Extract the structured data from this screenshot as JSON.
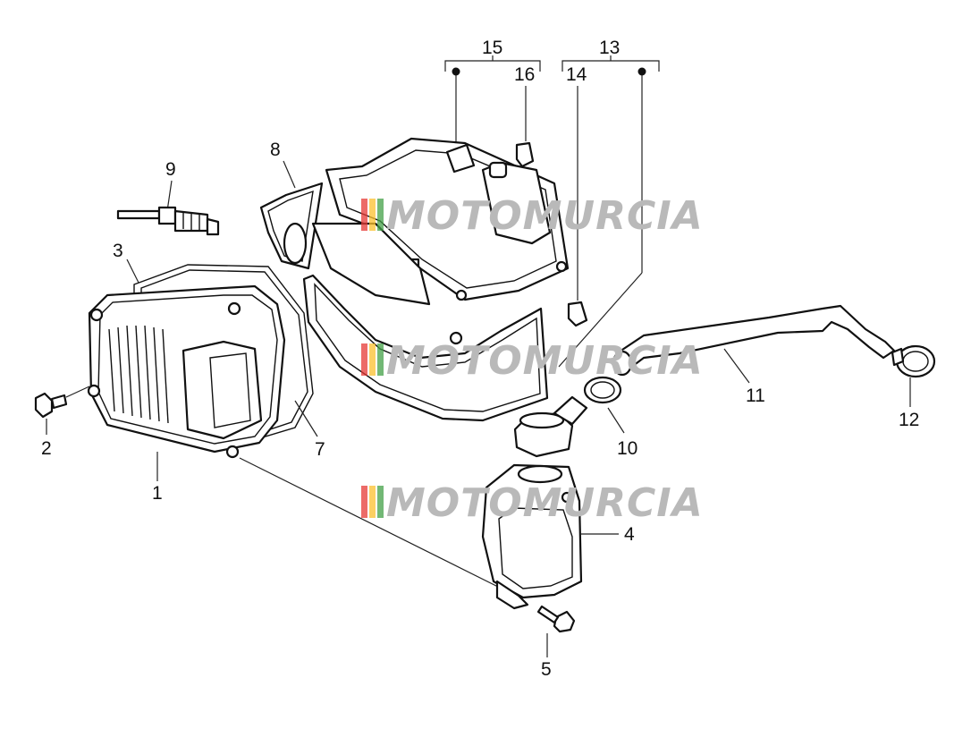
{
  "diagram": {
    "callouts": [
      {
        "id": "c1",
        "text": "1"
      },
      {
        "id": "c2",
        "text": "2"
      },
      {
        "id": "c3",
        "text": "3"
      },
      {
        "id": "c4",
        "text": "4"
      },
      {
        "id": "c5",
        "text": "5"
      },
      {
        "id": "c7",
        "text": "7"
      },
      {
        "id": "c8",
        "text": "8"
      },
      {
        "id": "c9",
        "text": "9"
      },
      {
        "id": "c10",
        "text": "10"
      },
      {
        "id": "c11",
        "text": "11"
      },
      {
        "id": "c12",
        "text": "12"
      },
      {
        "id": "c13",
        "text": "13"
      },
      {
        "id": "c14",
        "text": "14"
      },
      {
        "id": "c15",
        "text": "15"
      },
      {
        "id": "c16",
        "text": "16"
      }
    ],
    "watermark": "MOTOMURCIA",
    "watermark_colors": [
      "#e53935",
      "#fbc02d",
      "#43a047"
    ]
  }
}
